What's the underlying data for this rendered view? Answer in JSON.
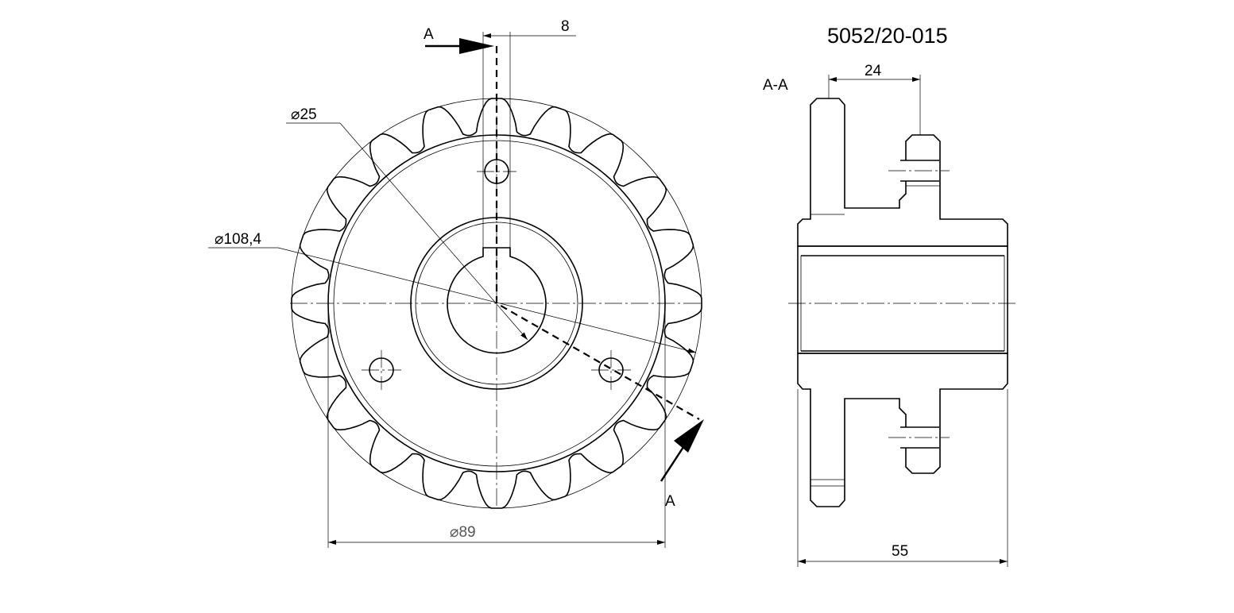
{
  "drawing": {
    "part_number": "5052/20-015",
    "section_label": "A-A",
    "cut_marker_top": "A",
    "cut_marker_bottom": "A",
    "dims": {
      "keyway_width": "8",
      "bore_diameter": "25",
      "outer_diameter": "108,4",
      "hub_diameter": "89",
      "hub_offset": "24",
      "total_length": "55"
    },
    "diameter_symbol": "⌀"
  }
}
